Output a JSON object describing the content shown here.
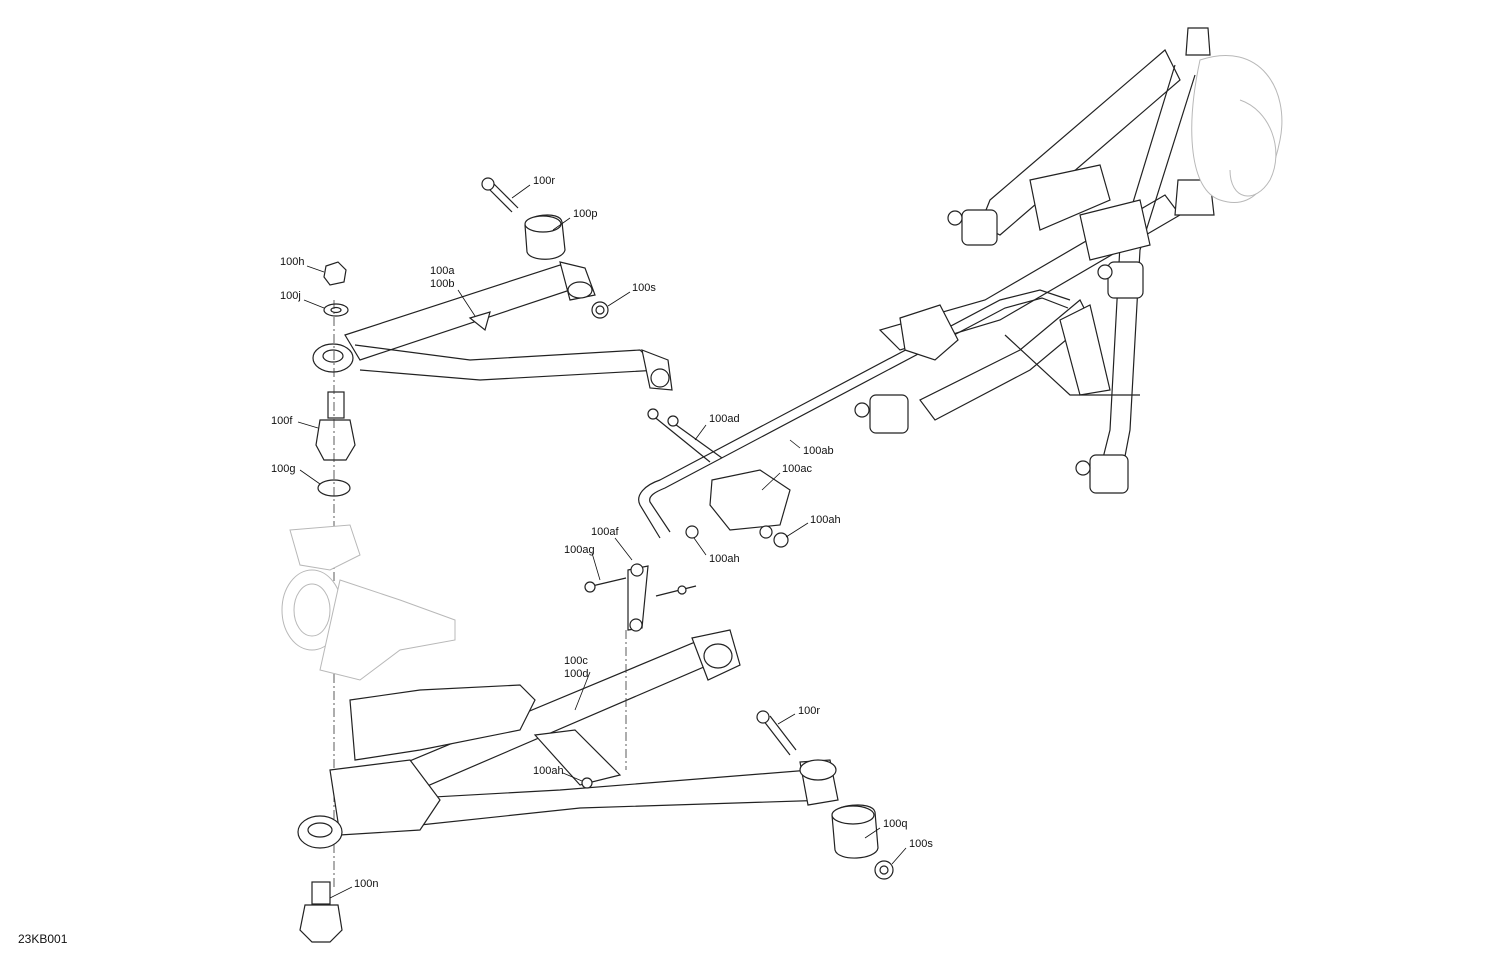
{
  "figure_id": "23KB001",
  "callouts": [
    {
      "id": "upper-arm-bolt",
      "text": "100r"
    },
    {
      "id": "upper-arm-bushing",
      "text": "100p"
    },
    {
      "id": "upper-arm-nut",
      "text": "100s"
    },
    {
      "id": "upper-arm-left",
      "text": "100a"
    },
    {
      "id": "upper-arm-right",
      "text": "100b"
    },
    {
      "id": "ball-joint-nut",
      "text": "100h"
    },
    {
      "id": "ball-joint-washer",
      "text": "100j"
    },
    {
      "id": "upper-ball-joint",
      "text": "100f"
    },
    {
      "id": "retaining-ring",
      "text": "100g"
    },
    {
      "id": "sway-bar-bolt",
      "text": "100ad"
    },
    {
      "id": "sway-bar",
      "text": "100ab"
    },
    {
      "id": "sway-bar-bushing",
      "text": "100ac"
    },
    {
      "id": "sway-bar-nut-right",
      "text": "100ah"
    },
    {
      "id": "sway-bar-link-nut",
      "text": "100ah"
    },
    {
      "id": "sway-bar-link",
      "text": "100af"
    },
    {
      "id": "sway-bar-link-bolt",
      "text": "100ag"
    },
    {
      "id": "lower-arm-left",
      "text": "100c"
    },
    {
      "id": "lower-arm-right",
      "text": "100d"
    },
    {
      "id": "lower-arm-bolt",
      "text": "100r"
    },
    {
      "id": "lower-arm-nut-bracket",
      "text": "100ah"
    },
    {
      "id": "lower-arm-bushing",
      "text": "100q"
    },
    {
      "id": "lower-arm-nut",
      "text": "100s"
    },
    {
      "id": "lower-ball-joint",
      "text": "100n"
    }
  ]
}
